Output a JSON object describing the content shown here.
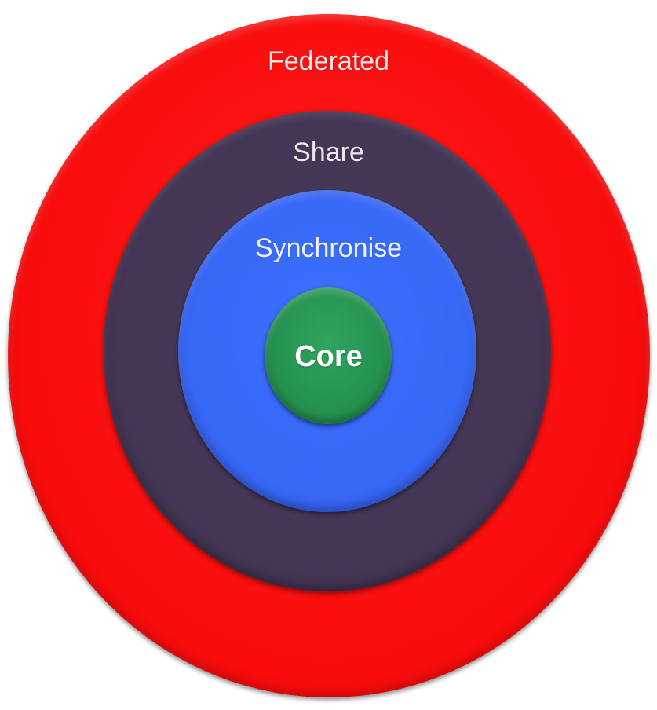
{
  "diagram": {
    "rings": [
      {
        "id": "federated",
        "label": "Federated",
        "color": "#f80c0c"
      },
      {
        "id": "share",
        "label": "Share",
        "color": "#433553"
      },
      {
        "id": "synchronise",
        "label": "Synchronise",
        "color": "#3667f5"
      },
      {
        "id": "core",
        "label": "Core",
        "color": "#249050"
      }
    ]
  }
}
